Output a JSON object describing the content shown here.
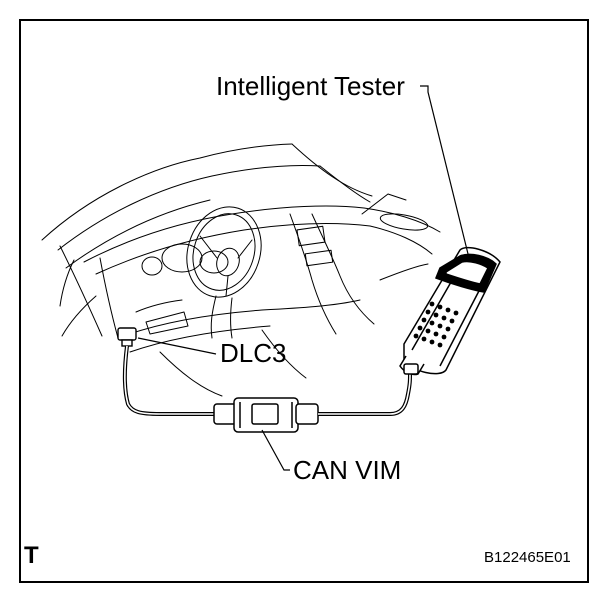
{
  "labels": {
    "tester": "Intelligent Tester",
    "dlc3": "DLC3",
    "can_vim": "CAN VIM",
    "corner_mark": "T",
    "figure_id": "B122465E01"
  },
  "colors": {
    "line": "#000000",
    "background": "#ffffff"
  }
}
